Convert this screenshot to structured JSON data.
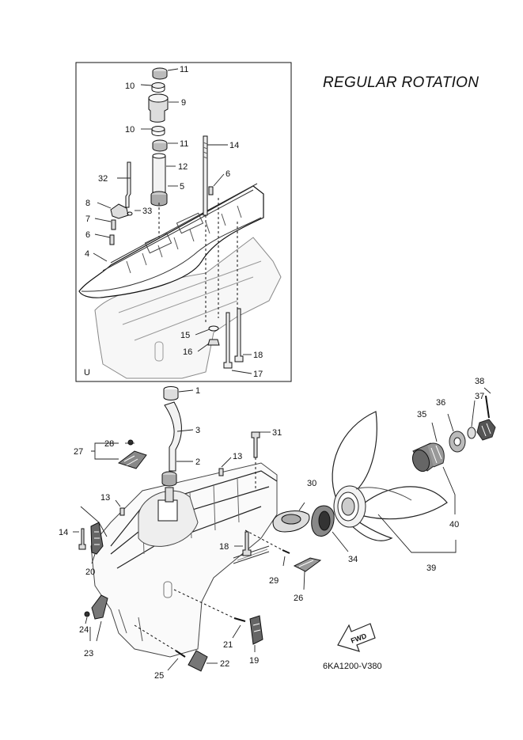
{
  "heading": "REGULAR ROTATION",
  "diagram_code": "6KA1200-V380",
  "inset_mark": "U",
  "fwd_label": "FWD",
  "callouts": {
    "c11a": "11",
    "c10a": "10",
    "c9": "9",
    "c10b": "10",
    "c11b": "11",
    "c14a": "14",
    "c12": "12",
    "c32": "32",
    "c6a": "6",
    "c5": "5",
    "c8": "8",
    "c33": "33",
    "c7": "7",
    "c6b": "6",
    "c4": "4",
    "c15": "15",
    "c16": "16",
    "c18a": "18",
    "c17": "17",
    "c1": "1",
    "c3": "3",
    "c28": "28",
    "c27": "27",
    "c31": "31",
    "c2": "2",
    "c13a": "13",
    "c13b": "13",
    "c14b": "14",
    "c20": "20",
    "c30": "30",
    "c18b": "18",
    "c29": "29",
    "c26": "26",
    "c34": "34",
    "c24": "24",
    "c23": "23",
    "c21": "21",
    "c19": "19",
    "c25": "25",
    "c22": "22",
    "c38": "38",
    "c37": "37",
    "c36": "36",
    "c35": "35",
    "c40": "40",
    "c39": "39"
  }
}
